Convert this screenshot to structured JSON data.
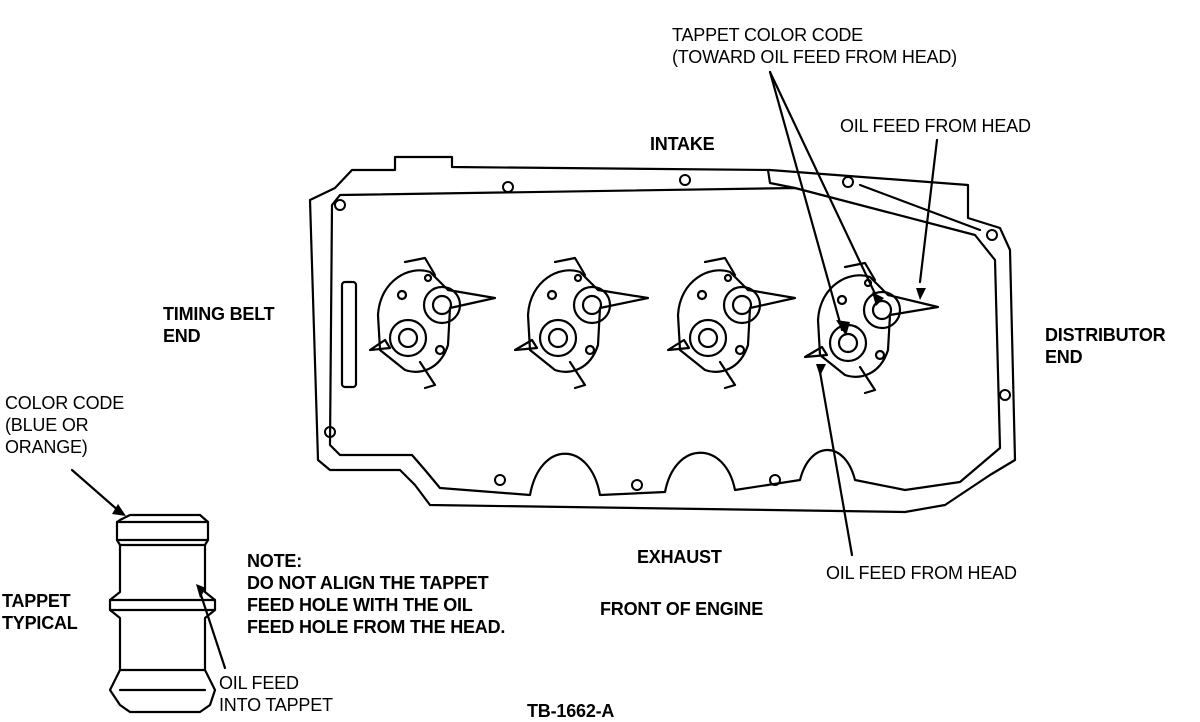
{
  "labels": {
    "tappet_color_code": "TAPPET COLOR CODE\n(TOWARD OIL FEED FROM HEAD)",
    "oil_feed_top": "OIL FEED FROM HEAD",
    "intake": "INTAKE",
    "timing_belt_end": "TIMING BELT\nEND",
    "distributor_end": "DISTRIBUTOR\nEND",
    "color_code": "COLOR CODE\n(BLUE OR\nORANGE)",
    "tappet_typical": "TAPPET\nTYPICAL",
    "note": "NOTE:\nDO NOT ALIGN THE TAPPET\nFEED HOLE WITH THE OIL\nFEED HOLE FROM THE HEAD.",
    "exhaust": "EXHAUST",
    "front_of_engine": "FRONT OF ENGINE",
    "oil_feed_bottom": "OIL FEED FROM HEAD",
    "oil_feed_into_tappet": "OIL FEED\nINTO TAPPET",
    "figure_id": "TB-1662-A"
  },
  "colors": {
    "ink": "#000000",
    "paper": "#ffffff"
  }
}
